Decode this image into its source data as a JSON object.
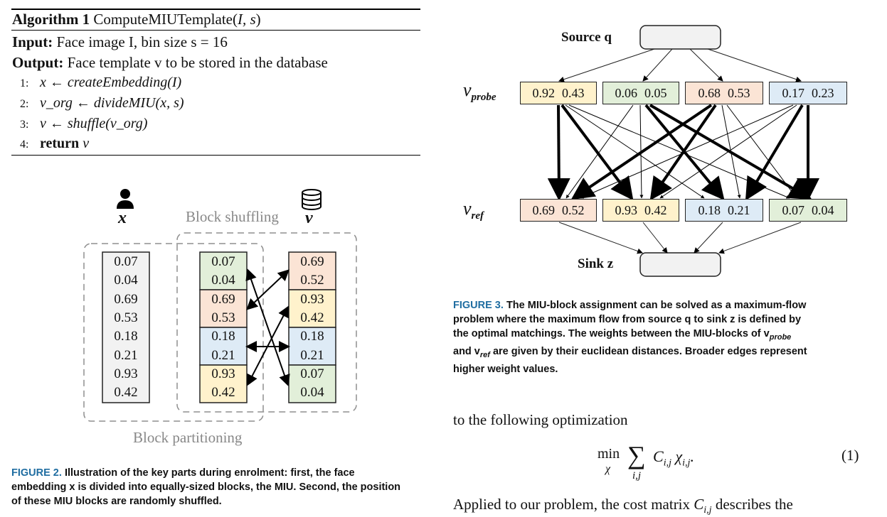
{
  "algorithm": {
    "label": "Algorithm 1",
    "name": "ComputeMIUTemplate",
    "args": "I, s",
    "input_label": "Input:",
    "input_text": "Face image I, bin size s = 16",
    "output_label": "Output:",
    "output_text": "Face template v to be stored in the database",
    "steps": [
      {
        "num": "1:",
        "lhs": "x",
        "rhs": "createEmbedding(I)"
      },
      {
        "num": "2:",
        "lhs": "v_org",
        "rhs": "divideMIU(x, s)"
      },
      {
        "num": "3:",
        "lhs": "v",
        "rhs": "shuffle(v_org)"
      },
      {
        "num": "4:",
        "keyword": "return",
        "value": "v"
      }
    ]
  },
  "figure2": {
    "x_label": "x",
    "v_label": "v",
    "block_shuffling": "Block shuffling",
    "block_partitioning": "Block partitioning",
    "x_values": [
      "0.07",
      "0.04",
      "0.69",
      "0.53",
      "0.18",
      "0.21",
      "0.93",
      "0.42"
    ],
    "partitioned": [
      {
        "values": [
          "0.07",
          "0.04"
        ],
        "color": "#e2efd9"
      },
      {
        "values": [
          "0.69",
          "0.53"
        ],
        "color": "#fbe4d5"
      },
      {
        "values": [
          "0.18",
          "0.21"
        ],
        "color": "#deebf6"
      },
      {
        "values": [
          "0.93",
          "0.42"
        ],
        "color": "#fff2cc"
      }
    ],
    "shuffled": [
      {
        "values": [
          "0.69",
          "0.52"
        ],
        "color": "#fbe4d5"
      },
      {
        "values": [
          "0.93",
          "0.42"
        ],
        "color": "#fff2cc"
      },
      {
        "values": [
          "0.18",
          "0.21"
        ],
        "color": "#deebf6"
      },
      {
        "values": [
          "0.07",
          "0.04"
        ],
        "color": "#e2efd9"
      }
    ],
    "caption_fig": "FIGURE 2.",
    "caption_text": "Illustration of the key parts during enrolment: first, the face embedding x is divided into equally-sized blocks, the MIU. Second, the position of these MIU blocks are randomly shuffled."
  },
  "figure3": {
    "source_label": "Source q",
    "sink_label": "Sink z",
    "v_probe_label": "v",
    "v_probe_sub": "probe",
    "v_ref_label": "v",
    "v_ref_sub": "ref",
    "probe_blocks": [
      {
        "a": "0.92",
        "b": "0.43",
        "color": "#fff2cc"
      },
      {
        "a": "0.06",
        "b": "0.05",
        "color": "#e2efd9"
      },
      {
        "a": "0.68",
        "b": "0.53",
        "color": "#fbe4d5"
      },
      {
        "a": "0.17",
        "b": "0.23",
        "color": "#deebf6"
      }
    ],
    "ref_blocks": [
      {
        "a": "0.69",
        "b": "0.52",
        "color": "#fbe4d5"
      },
      {
        "a": "0.93",
        "b": "0.42",
        "color": "#fff2cc"
      },
      {
        "a": "0.18",
        "b": "0.21",
        "color": "#deebf6"
      },
      {
        "a": "0.07",
        "b": "0.04",
        "color": "#e2efd9"
      }
    ],
    "caption_fig": "FIGURE 3.",
    "caption_text_1": "The MIU-block assignment can be solved as a maximum-flow",
    "caption_text_2": "problem where the maximum flow from source q to sink z is defined by",
    "caption_text_3": "the optimal matchings. The weights between the MIU-blocks of v",
    "caption_text_3_sub": "probe",
    "caption_text_4": "and v",
    "caption_text_4_sub": "ref",
    "caption_text_4b": " are given by their euclidean distances. Broader edges represent",
    "caption_text_5": "higher weight values."
  },
  "body": {
    "line1": "to the following optimization",
    "equation_number": "(1)",
    "line2_start": "Applied to our problem, the cost matrix",
    "line2_end": "describes the"
  }
}
